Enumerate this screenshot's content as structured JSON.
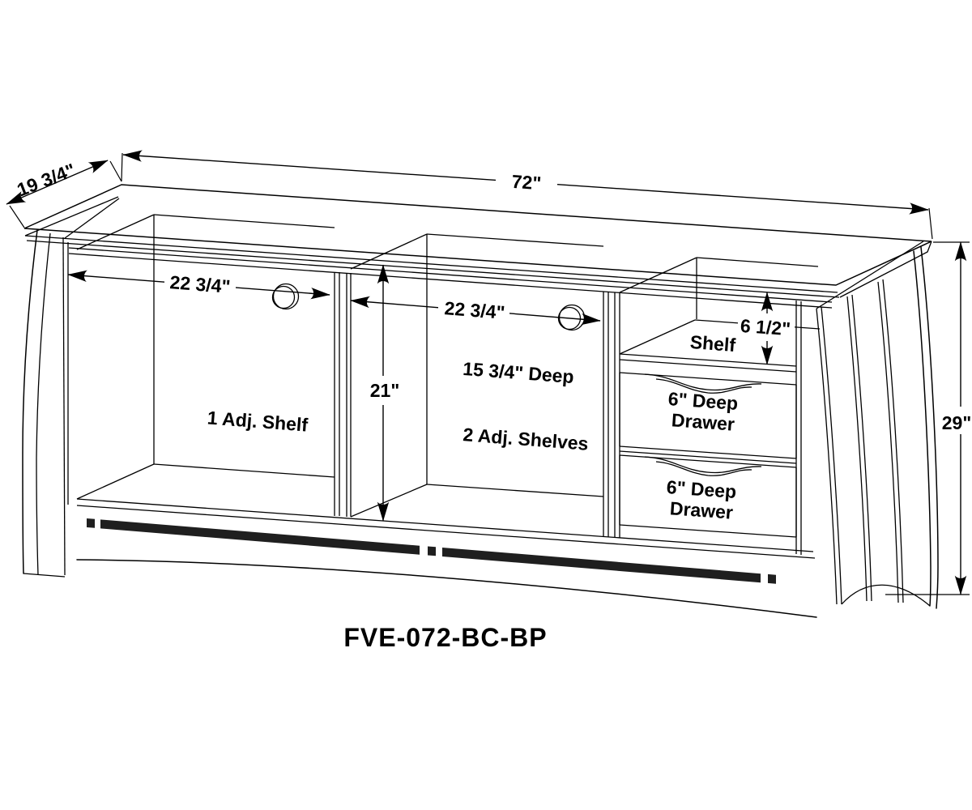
{
  "model_number": "FVE-072-BC-BP",
  "dimensions": {
    "depth": "19 3/4\"",
    "overall_width": "72\"",
    "left_opening_width": "22 3/4\"",
    "center_opening_width": "22 3/4\"",
    "opening_height": "21\"",
    "interior_depth": "15 3/4\" Deep",
    "shelf_opening_height": "6 1/2\"",
    "overall_height": "29\""
  },
  "labels": {
    "left_compartment": "1 Adj. Shelf",
    "center_compartment": "2 Adj. Shelves",
    "right_shelf": "Shelf",
    "upper_drawer": [
      "6\" Deep",
      "Drawer"
    ],
    "lower_drawer": [
      "6\" Deep",
      "Drawer"
    ]
  },
  "colors": {
    "line": "#000000",
    "background": "#ffffff",
    "inlay": "#1f1f1f"
  }
}
